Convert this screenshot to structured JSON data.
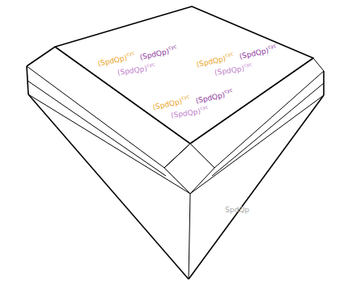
{
  "diagram": {
    "labels": [
      "(SpdQp)",
      "cyc",
      "(SpdQp)",
      "cyc",
      "(SpdQp)",
      "cyc",
      "(SpdQp)",
      "cyc",
      "(SpdQp)",
      "cyc",
      "(SpdQp)",
      "cyc",
      "(SpdQp)",
      "cyc",
      "(SpdQp)",
      "cyc",
      "(SpdQp)",
      "cyc",
      "SpdQp"
    ]
  }
}
